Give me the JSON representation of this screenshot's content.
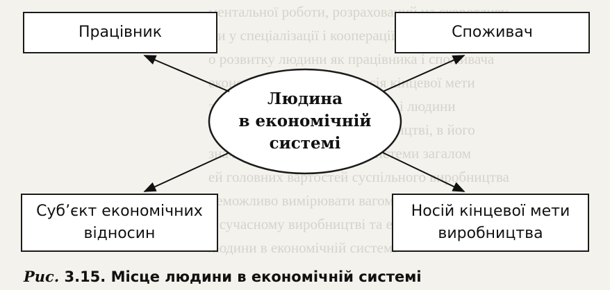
{
  "nodes": {
    "center": [
      "Людина",
      "в економічній",
      "системі"
    ],
    "worker": "Працівник",
    "consumer": "Споживач",
    "subject": [
      "Суб’єкт економічних",
      "відносин"
    ],
    "carrier": [
      "Носій кінцевої мети",
      "виробництва"
    ]
  },
  "caption": {
    "prefix": "Рис.",
    "number": "3.15.",
    "text": "Місце людини в економічній системі"
  }
}
